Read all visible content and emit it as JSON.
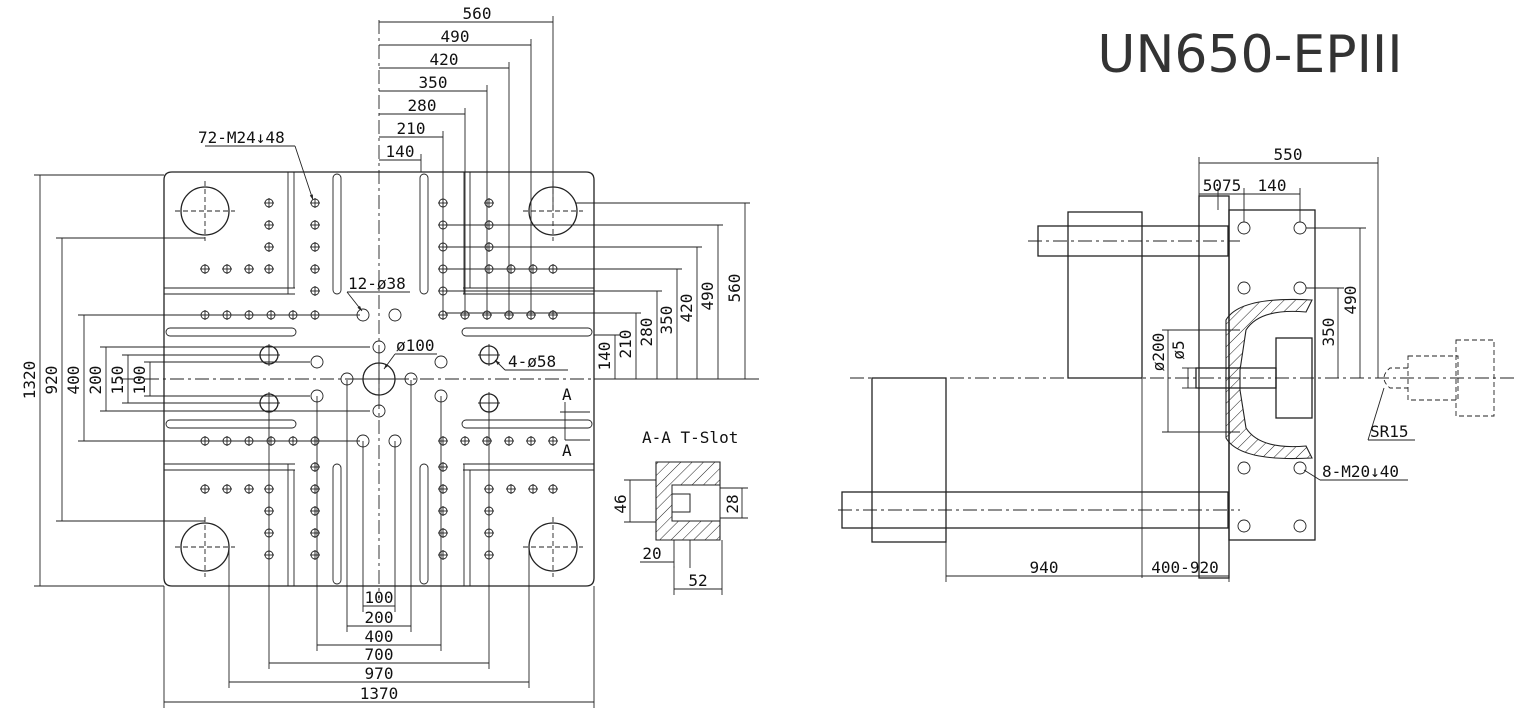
{
  "title": "UN650-EPIII",
  "front_view": {
    "top_dims": [
      "560",
      "490",
      "420",
      "350",
      "280",
      "210",
      "140"
    ],
    "right_dims": [
      "560",
      "490",
      "420",
      "350",
      "280",
      "210",
      "140"
    ],
    "left_dims": [
      "1320",
      "920",
      "400",
      "200",
      "150",
      "100"
    ],
    "bottom_dims": [
      "100",
      "200",
      "400",
      "700",
      "970",
      "1370"
    ],
    "callouts": {
      "thread_holes": "72-M24↓48",
      "small_holes": "12-ø38",
      "center_hole": "ø100",
      "corner_holes": "4-ø58"
    },
    "section_marker": "A"
  },
  "t_slot": {
    "title": "A-A T-Slot",
    "dims": [
      "46",
      "28",
      "20",
      "52"
    ]
  },
  "side_view": {
    "top_dims": [
      "550",
      "5075",
      "140"
    ],
    "right_dims": [
      "490",
      "350"
    ],
    "left_dims": [
      "ø200",
      "ø5"
    ],
    "callouts": {
      "nozzle_radius": "SR15",
      "platen_holes": "8-M20↓40"
    },
    "bottom_dims": [
      "940",
      "400-920"
    ]
  }
}
